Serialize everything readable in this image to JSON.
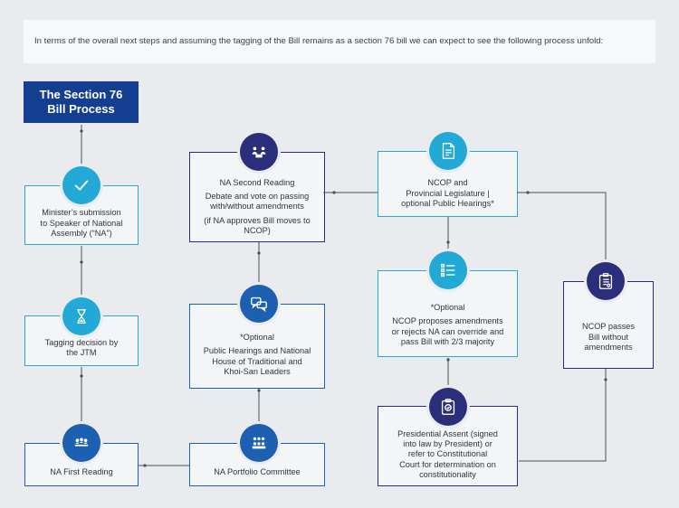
{
  "intro": "In terms of the overall next steps and assuming the tagging of the Bill remains as a section 76 bill we can expect to see the following process unfold:",
  "title_line1": "The Section 76",
  "title_line2": "Bill Process",
  "steps": {
    "submission": {
      "lines": [
        "Minister’s submission",
        "to Speaker of National",
        "Assembly (“NA”)"
      ],
      "icon": "checkmark-icon"
    },
    "tagging": {
      "lines": [
        "Tagging decision by",
        "the JTM"
      ],
      "icon": "hourglass-icon"
    },
    "first_reading": {
      "lines": [
        "NA First Reading"
      ],
      "icon": "meeting-icon"
    },
    "portfolio": {
      "lines": [
        "NA Portfolio Committee"
      ],
      "icon": "committee-icon"
    },
    "public_hearings": {
      "lines": [
        "*Optional",
        "Public Hearings and National",
        "House of Traditional and",
        "Khoi-San Leaders"
      ],
      "icon": "speech-bubbles-icon"
    },
    "second_reading": {
      "lines": [
        "NA Second Reading",
        "Debate and vote on passing",
        "with/without amendments",
        "(if NA approves Bill moves to",
        "NCOP)"
      ],
      "icon": "debate-icon"
    },
    "ncop_hearings": {
      "lines": [
        "NCOP and",
        "Provincial Legislature |",
        "optional Public Hearings*"
      ],
      "icon": "document-icon"
    },
    "ncop_amend": {
      "lines": [
        "*Optional",
        "NCOP proposes amendments",
        "or rejects NA can override and",
        "pass Bill with 2/3 majority"
      ],
      "icon": "checklist-icon"
    },
    "assent": {
      "lines": [
        "Presidential Assent (signed",
        "into law by President) or",
        "refer to Constitutional",
        "Court for determination on",
        "constitutionality"
      ],
      "icon": "clipboard-check-icon"
    },
    "ncop_pass": {
      "lines": [
        "NCOP passes",
        "Bill without",
        "amendments"
      ],
      "icon": "clipboard-list-icon"
    }
  },
  "colors": {
    "cyan": "#23a9d6",
    "navy": "#2b2e7a",
    "blue": "#1d5fb0",
    "title_bg": "#133e91",
    "background": "#e9ebee"
  }
}
